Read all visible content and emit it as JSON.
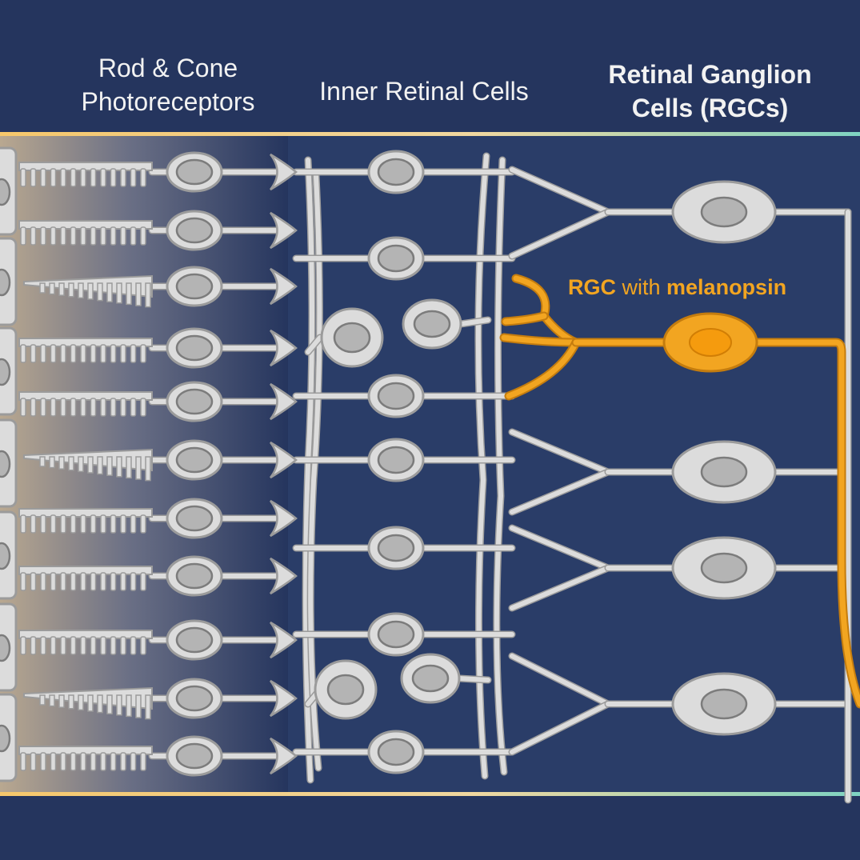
{
  "headers": {
    "photoreceptors": "Rod & Cone\nPhotoreceptors",
    "inner": "Inner Retinal Cells",
    "rgc": "Retinal Ganglion\nCells (RGCs)"
  },
  "melanopsin_label": {
    "part1": "RGC",
    "part2": " with ",
    "part3": "melanopsin"
  },
  "colors": {
    "background": "#25355e",
    "cell": "#dcdcdc",
    "nucleus": "#b4b4b4",
    "melanopsin": "#f2a521",
    "border_left": "#f6c76b",
    "border_right": "#7fd3c2"
  },
  "photoreceptor_types": [
    "rod",
    "rod",
    "cone",
    "rod",
    "rod",
    "cone",
    "rod",
    "rod",
    "rod",
    "cone",
    "rod"
  ]
}
